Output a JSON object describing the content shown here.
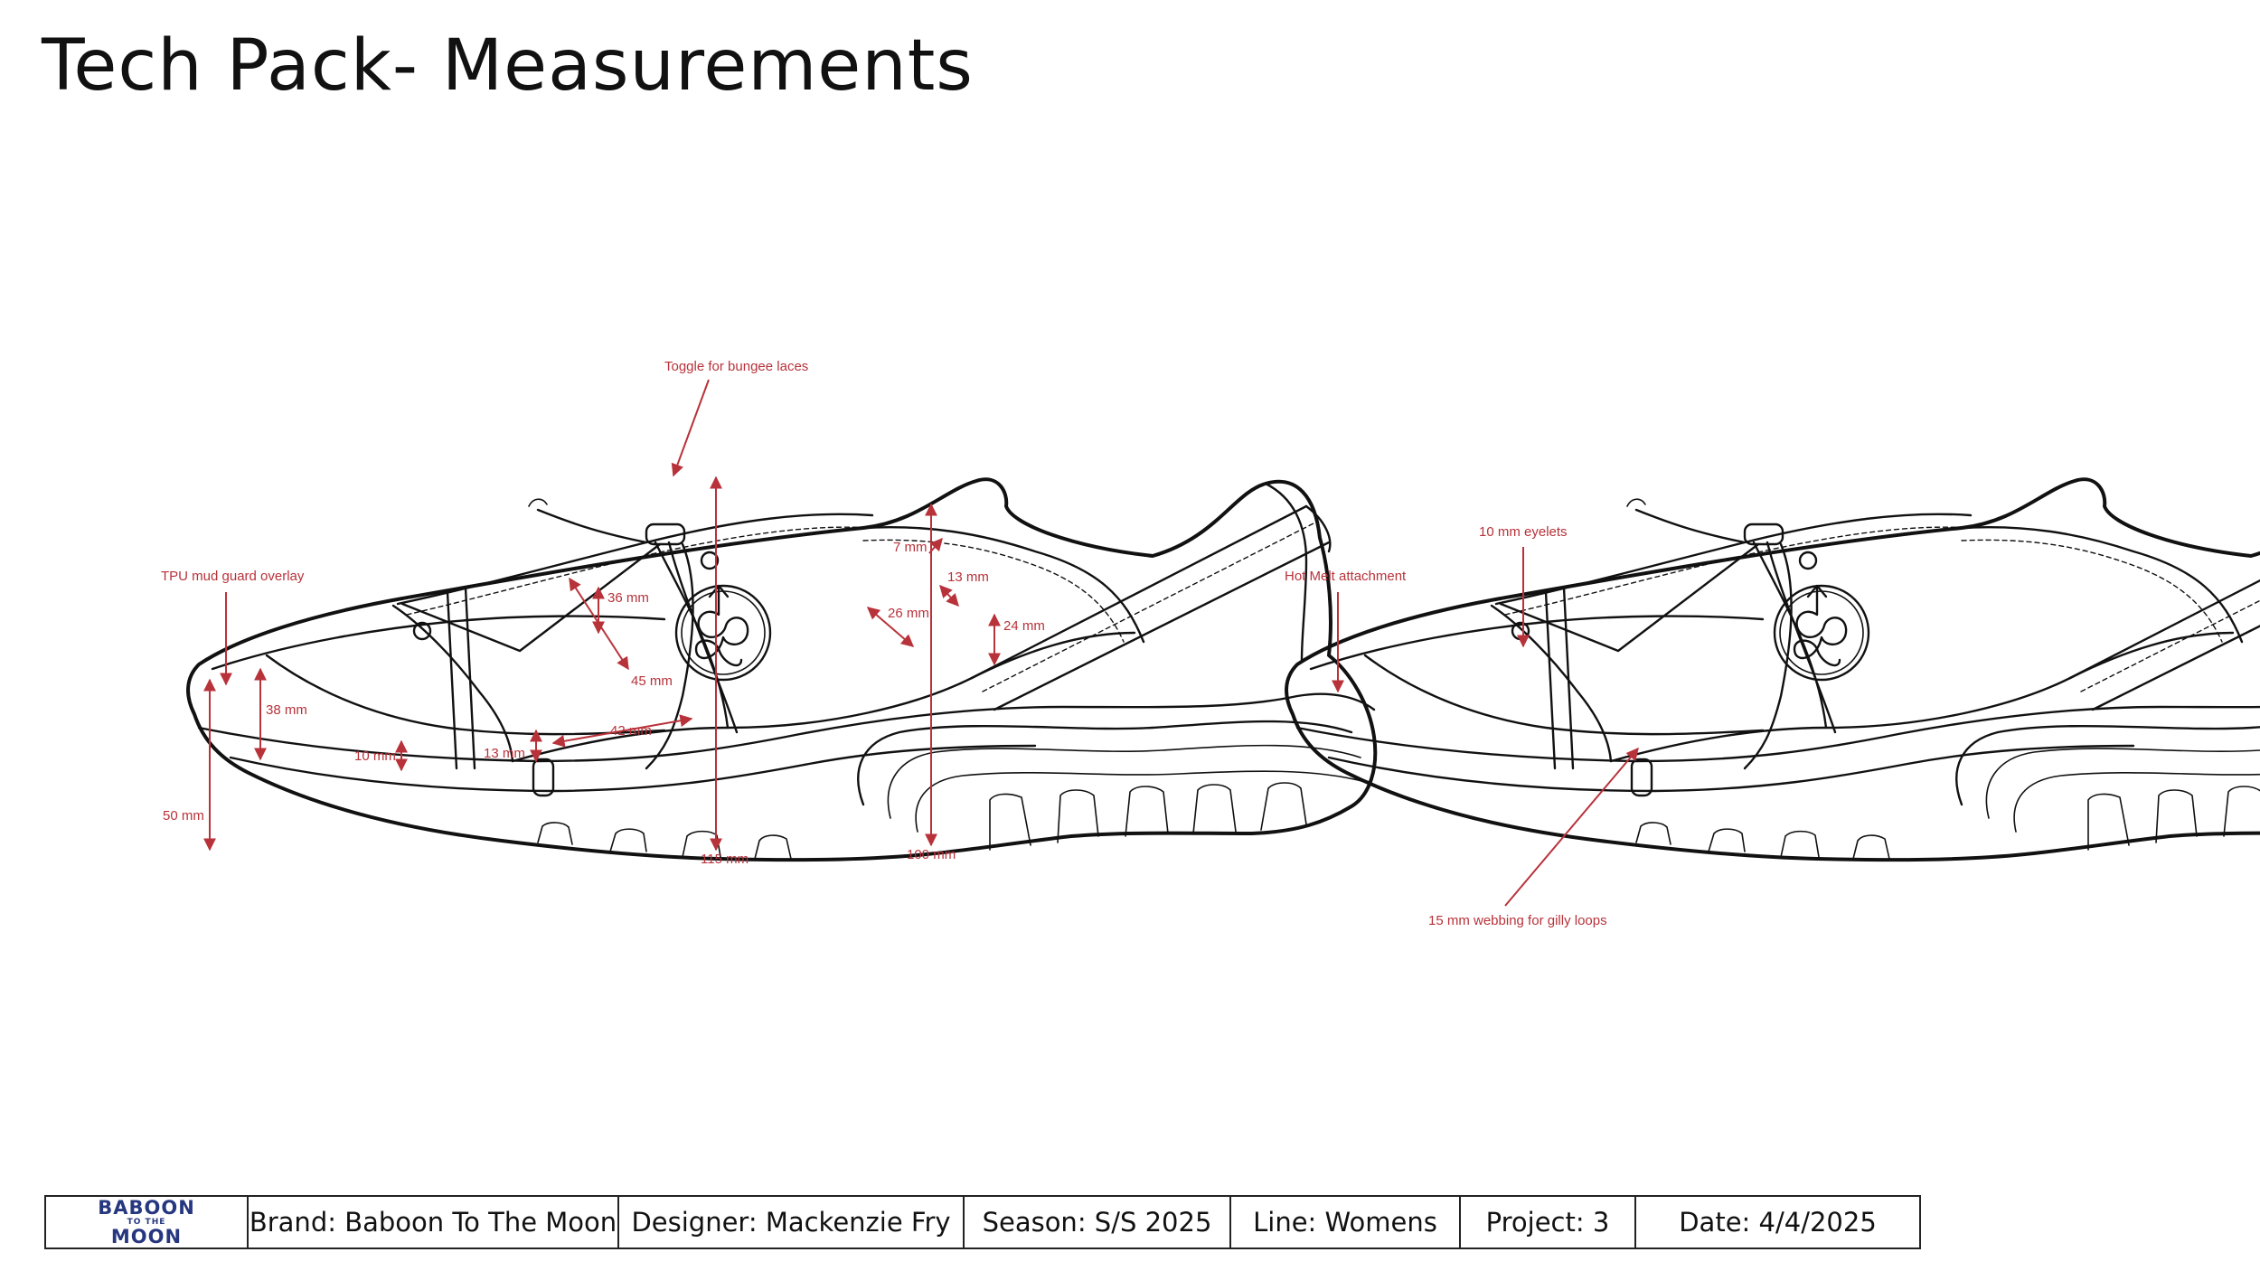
{
  "page": {
    "title": "Tech Pack- Measurements"
  },
  "left_view": {
    "callouts": {
      "toggle": "Toggle for bungee laces",
      "mud_guard": "TPU mud guard overlay"
    },
    "measurements": {
      "m7": "7 mm",
      "m13_top": "13 mm",
      "m24": "24 mm",
      "m36": "36 mm",
      "m26": "26 mm",
      "m45": "45 mm",
      "m38": "38 mm",
      "m42": "42 mm",
      "m10": "10 mm",
      "m13_low": "13 mm",
      "m50": "50 mm",
      "m115": "115 mm",
      "m100": "100 mm"
    }
  },
  "right_view": {
    "callouts": {
      "eyelets": "10 mm eyelets",
      "hot_melt": "Hot Melt attachment",
      "webbing": "15 mm webbing for gilly loops"
    }
  },
  "footer": {
    "logo": {
      "line1": "BABOON",
      "line2": "TO THE",
      "line3": "MOON"
    },
    "brand": "Brand: Baboon To The Moon",
    "designer": "Designer: Mackenzie Fry",
    "season": "Season: S/S 2025",
    "line": "Line: Womens",
    "project": "Project: 3",
    "date": "Date: 4/4/2025"
  },
  "colors": {
    "annotation": "#b8323a",
    "logo": "#26377f",
    "line_art": "#111111"
  }
}
